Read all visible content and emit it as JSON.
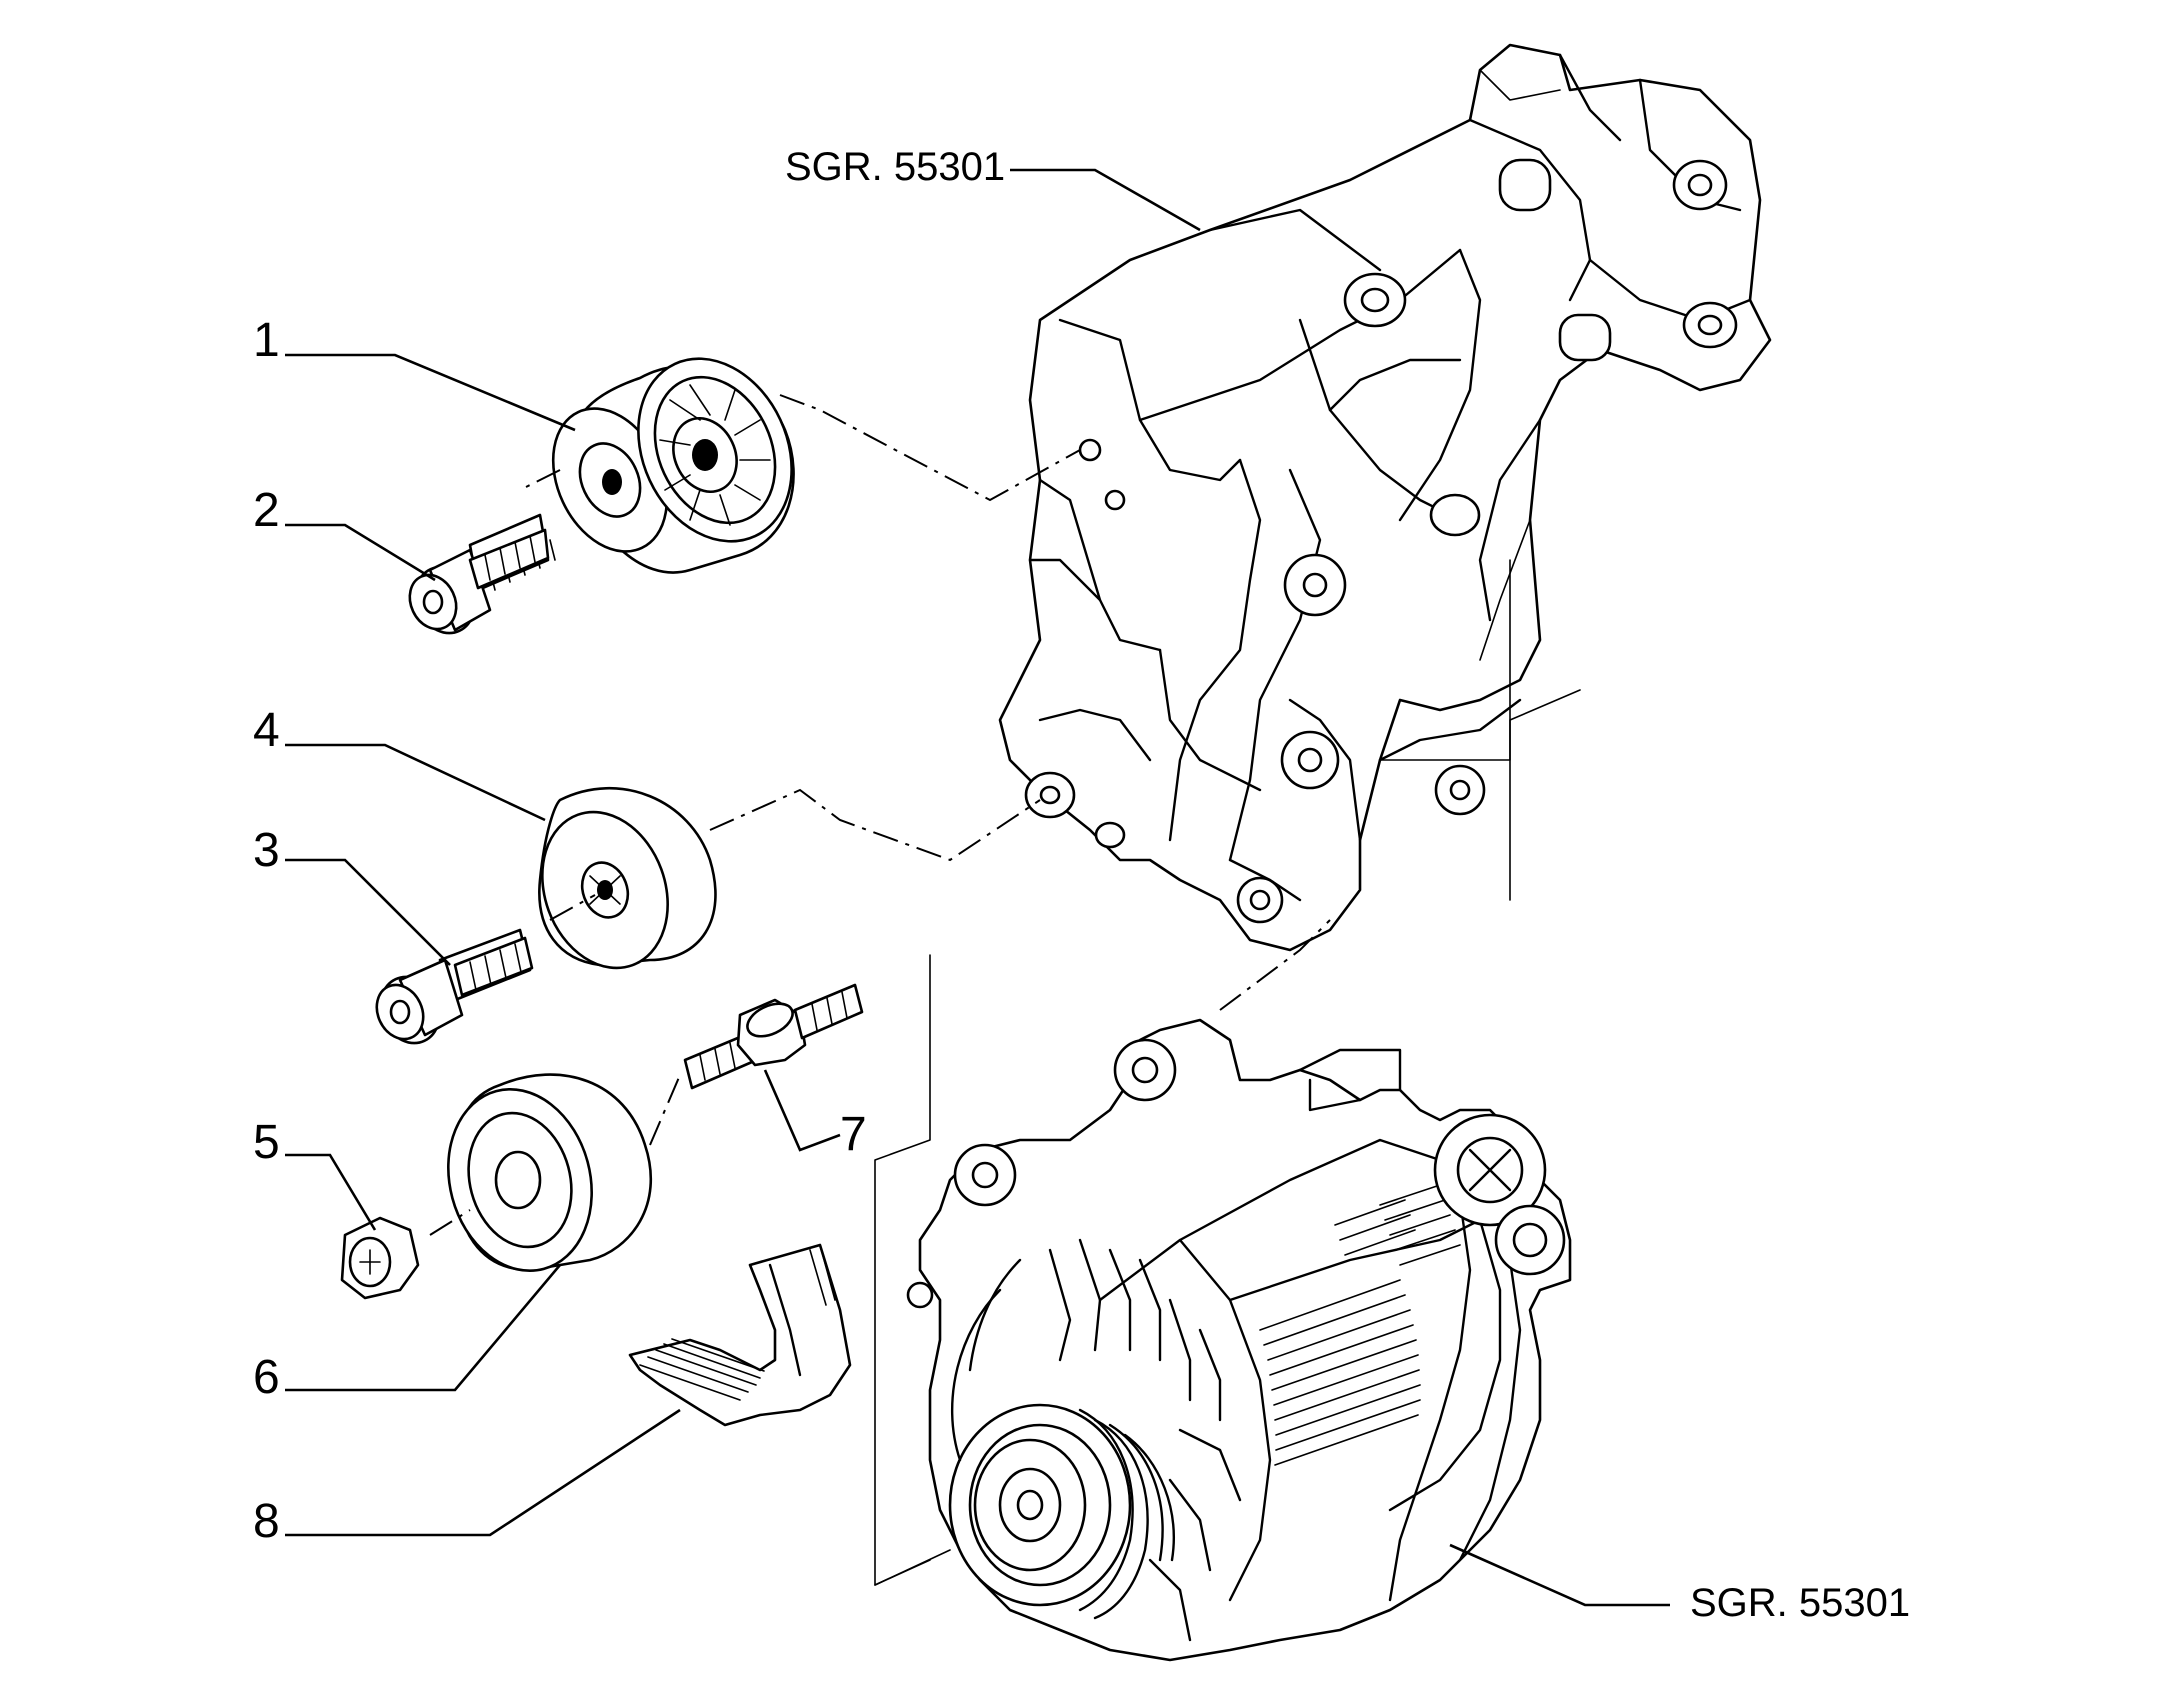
{
  "callouts": {
    "c1": "1",
    "c2": "2",
    "c3": "3",
    "c4": "4",
    "c5": "5",
    "c6": "6",
    "c7": "7",
    "c8": "8"
  },
  "references": {
    "bracket": "SGR. 55301",
    "alternator": "SGR. 55301"
  },
  "colors": {
    "ink": "#000000",
    "background": "#ffffff"
  }
}
